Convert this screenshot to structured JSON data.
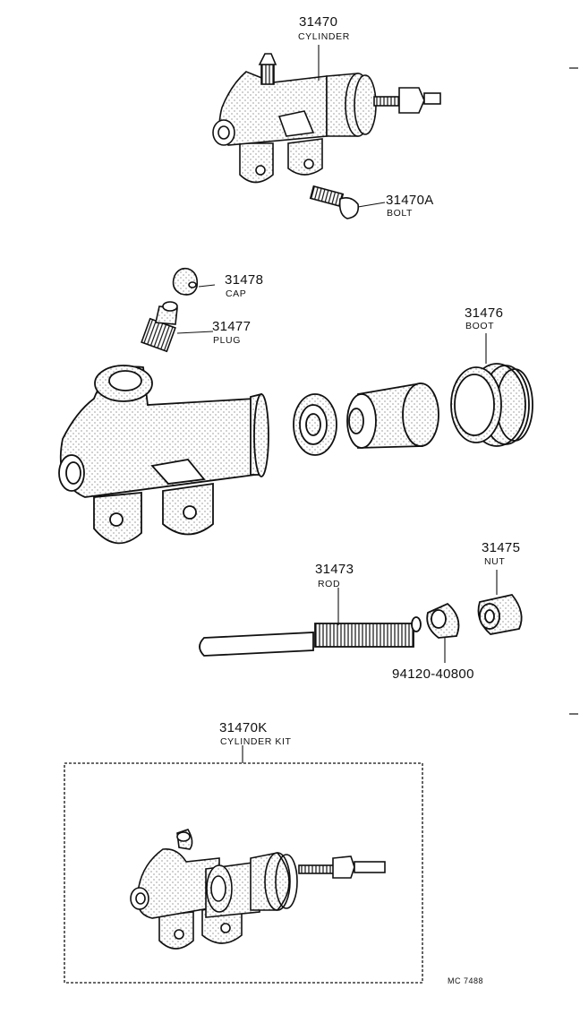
{
  "parts": {
    "cylinder": {
      "number": "31470",
      "name": "CYLINDER"
    },
    "bolt": {
      "number": "31470A",
      "name": "BOLT"
    },
    "cap": {
      "number": "31478",
      "name": "CAP"
    },
    "plug": {
      "number": "31477",
      "name": "PLUG"
    },
    "boot": {
      "number": "31476",
      "name": "BOOT"
    },
    "nut": {
      "number": "31475",
      "name": "NUT"
    },
    "rod": {
      "number": "31473",
      "name": "ROD"
    },
    "washer_nut": {
      "number": "94120-40800"
    },
    "kit": {
      "number": "31470K",
      "name": "CYLINDER KIT"
    }
  },
  "drawing_code": "MC  7488"
}
